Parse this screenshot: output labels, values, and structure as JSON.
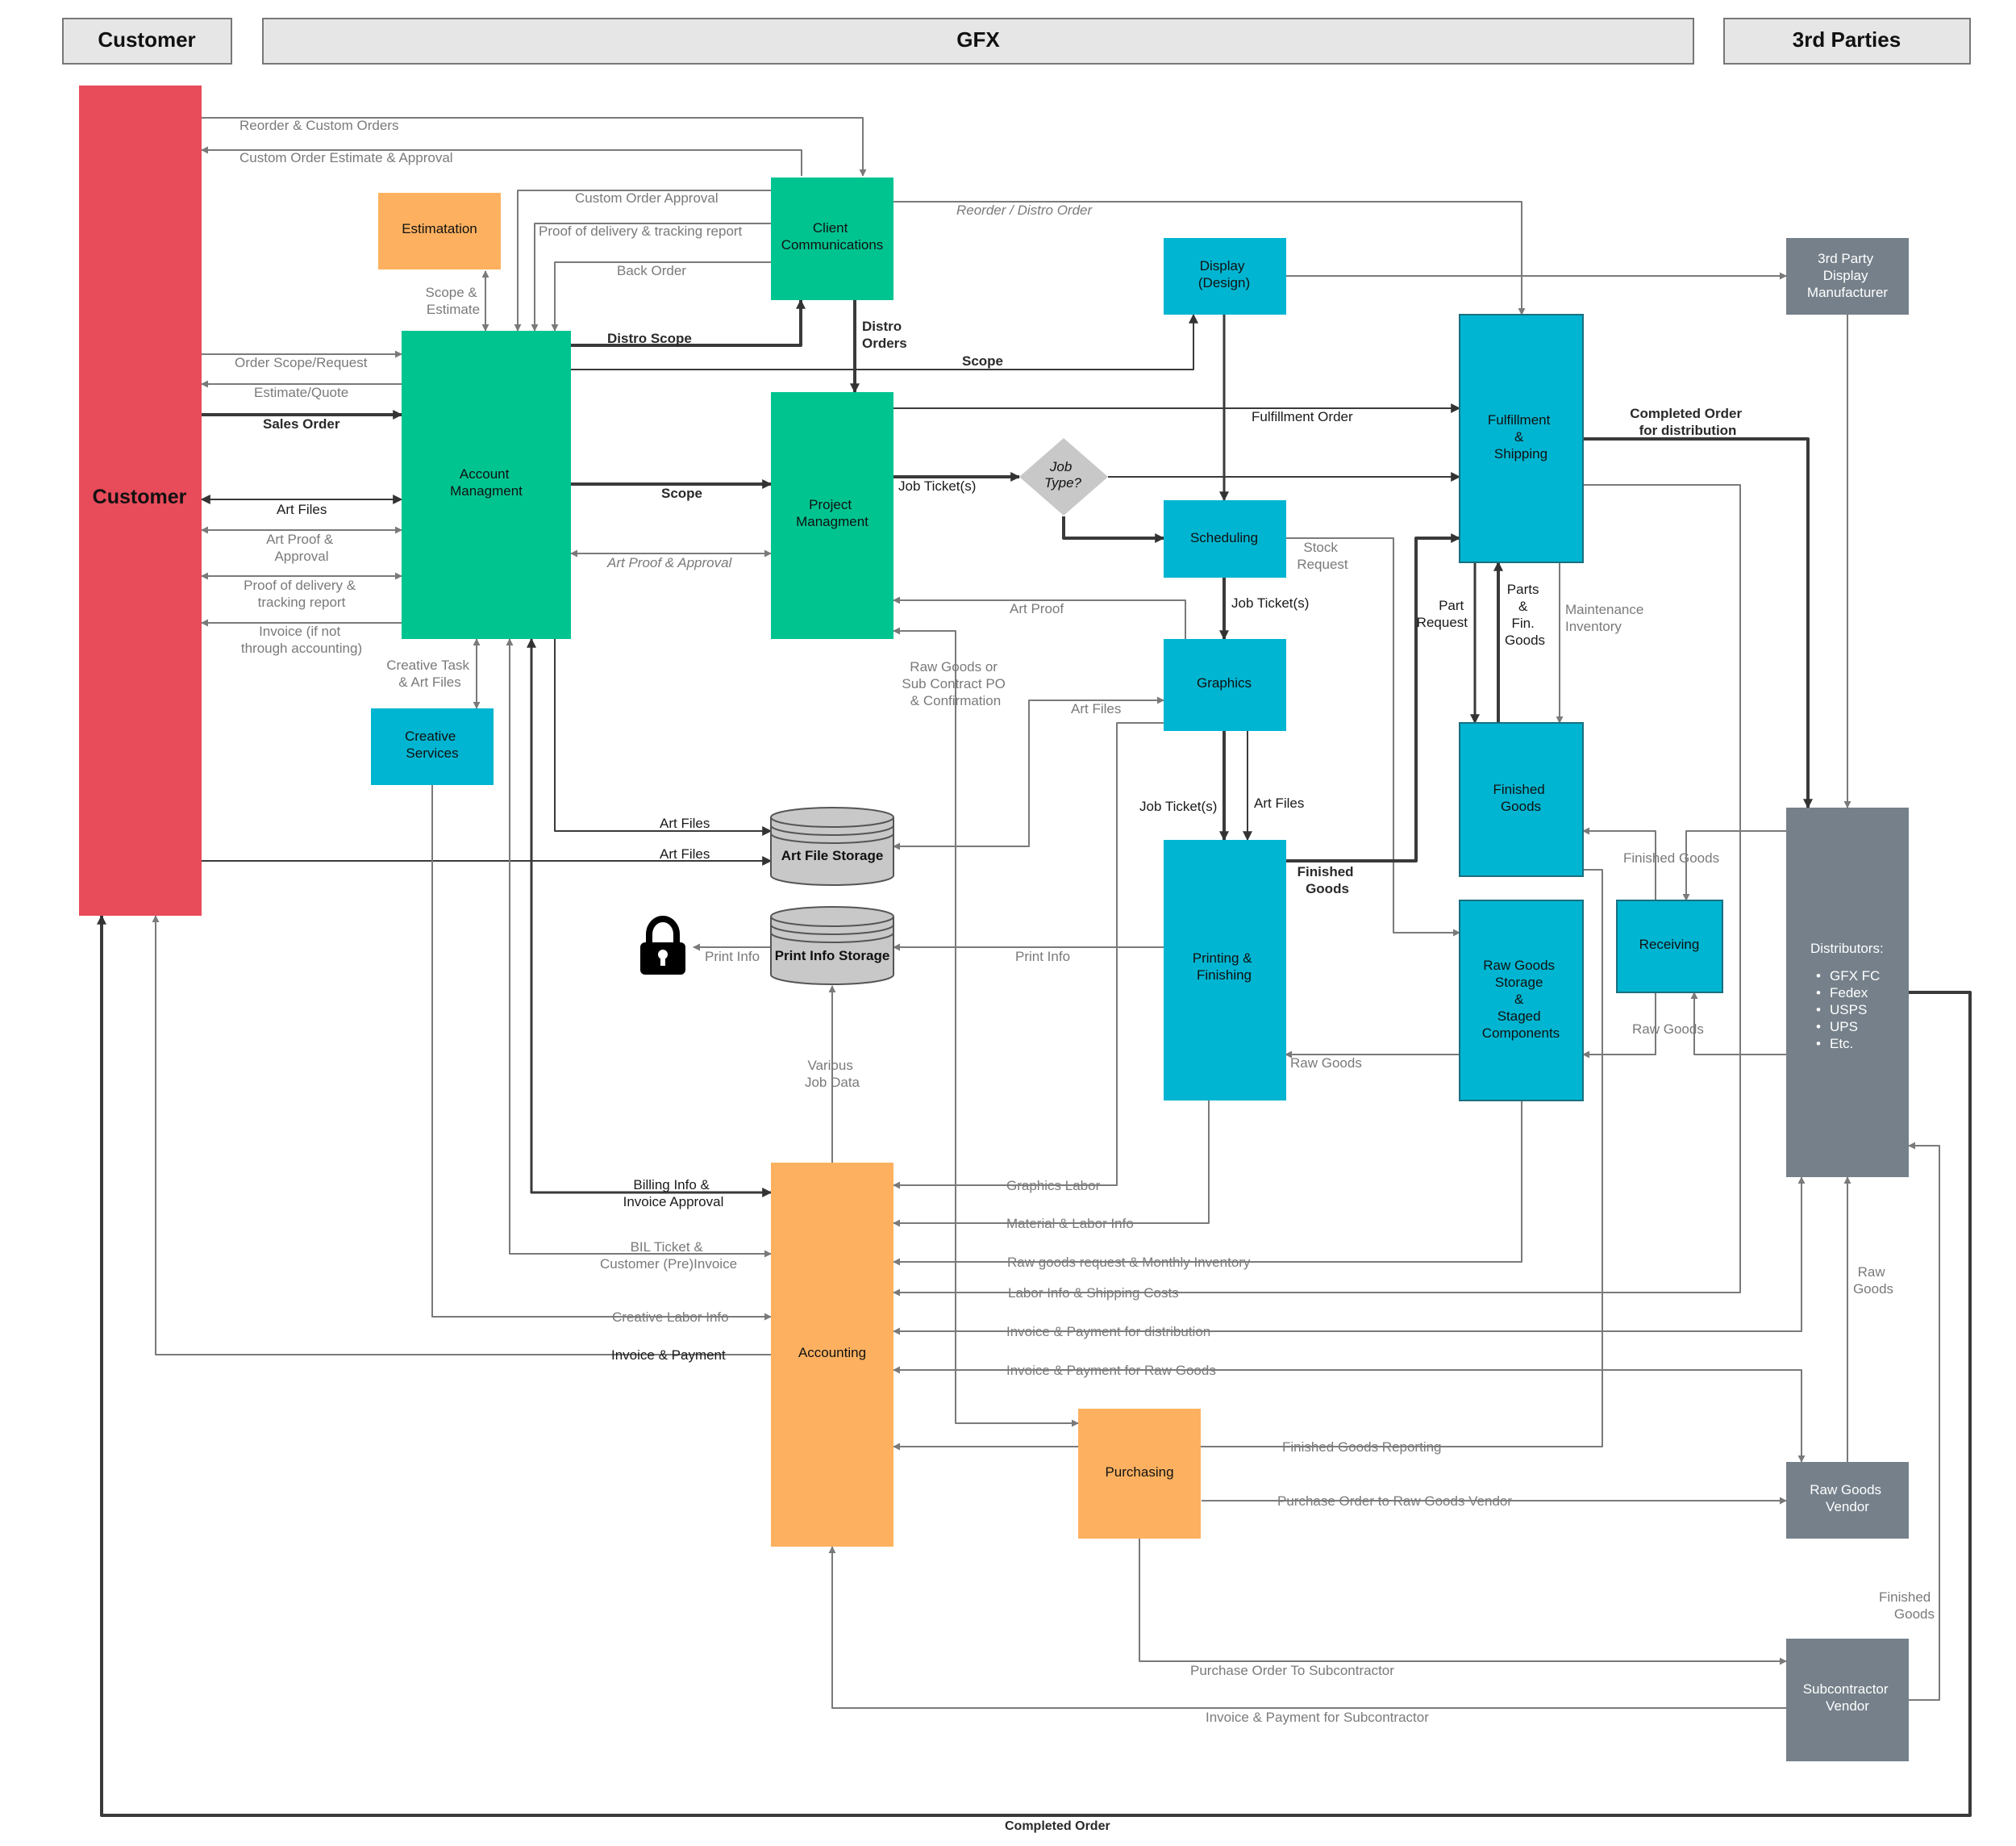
{
  "colors": {
    "customer": "#e84b5a",
    "teal_green": "#00c490",
    "cyan": "#00b5d1",
    "orange": "#fdb160",
    "gray_box": "#75808a",
    "db_gray": "#c8c8c8",
    "header_gray": "#e6e6e6",
    "line_gray": "#7a7a7a",
    "line_dark": "#3a3a3a"
  },
  "headers": {
    "customer": "Customer",
    "gfx": "GFX",
    "third_parties": "3rd Parties"
  },
  "boxes": {
    "customer": "Customer",
    "estimation": "Estimatation",
    "client_comms": [
      "Client",
      "Communications"
    ],
    "account_mgmt": [
      "Account",
      "Managment"
    ],
    "project_mgmt": [
      "Project",
      "Managment"
    ],
    "display_design": [
      "Display",
      "(Design)"
    ],
    "job_type": [
      "Job",
      "Type?"
    ],
    "scheduling": "Scheduling",
    "graphics": "Graphics",
    "creative_services": [
      "Creative",
      "Services"
    ],
    "art_file_storage": "Art File Storage",
    "print_info_storage": "Print Info Storage",
    "printing_finishing": [
      "Printing &",
      "Finishing"
    ],
    "fulfillment_shipping": [
      "Fulfillment",
      "&",
      "Shipping"
    ],
    "finished_goods": [
      "Finished",
      "Goods"
    ],
    "raw_goods_storage": [
      "Raw Goods",
      "Storage",
      "&",
      "Staged",
      "Components"
    ],
    "receiving": "Receiving",
    "third_party_display": [
      "3rd Party",
      "Display",
      "Manufacturer"
    ],
    "distributors_title": "Distributors:",
    "distributors_items": [
      "GFX FC",
      "Fedex",
      "USPS",
      "UPS",
      "Etc."
    ],
    "raw_goods_vendor": [
      "Raw Goods",
      "Vendor"
    ],
    "subcontractor_vendor": [
      "Subcontractor",
      "Vendor"
    ],
    "accounting": "Accounting",
    "purchasing": "Purchasing"
  },
  "labels": {
    "reorder_custom": "Reorder & Custom Orders",
    "custom_estimate": "Custom Order Estimate & Approval",
    "custom_approval": "Custom Order Approval",
    "proof_delivery_top": "Proof of delivery & tracking report",
    "back_order": "Back Order",
    "reorder_distro": "Reorder / Distro Order",
    "scope_estimate": [
      "Scope &",
      "Estimate"
    ],
    "distro_scope": "Distro Scope",
    "distro_orders": [
      "Distro",
      "Orders"
    ],
    "scope_top": "Scope",
    "order_scope": "Order Scope/Request",
    "estimate_quote": "Estimate/Quote",
    "sales_order": "Sales Order",
    "art_files_left": "Art Files",
    "art_proof_left": [
      "Art Proof &",
      "Approval"
    ],
    "proof_delivery_left": [
      "Proof of delivery &",
      "tracking report"
    ],
    "invoice_left": [
      "Invoice (if not",
      "through accounting)"
    ],
    "scope_mid": "Scope",
    "art_proof_approval": "Art Proof & Approval",
    "job_tickets_1": "Job Ticket(s)",
    "fulfillment_order": "Fulfillment Order",
    "completed_distribution": [
      "Completed Order",
      "for distribution"
    ],
    "stock_request": [
      "Stock",
      "Request"
    ],
    "job_tickets_2": "Job Ticket(s)",
    "art_proof": "Art Proof",
    "part_request": [
      "Part",
      "Request"
    ],
    "parts_fin_goods": [
      "Parts",
      "&",
      "Fin.",
      "Goods"
    ],
    "maintenance_inventory": [
      "Maintenance",
      "Inventory"
    ],
    "creative_task": [
      "Creative Task",
      "& Art Files"
    ],
    "raw_goods_subcontract": [
      "Raw Goods or",
      "Sub Contract PO",
      "& Confirmation"
    ],
    "art_files_graphics": "Art Files",
    "job_tickets_3": "Job Ticket(s)",
    "art_files_printing": "Art Files",
    "art_files_store1": "Art Files",
    "art_files_store2": "Art Files",
    "finished_goods_label": [
      "Finished",
      "Goods"
    ],
    "finished_goods_receiving": "Finished Goods",
    "print_info_lock": "Print Info",
    "print_info": "Print Info",
    "raw_goods_receiving": "Raw Goods",
    "raw_goods_printing": "Raw Goods",
    "various_job_data": [
      "Various",
      "Job Data"
    ],
    "billing_info": [
      "Billing Info &",
      "Invoice Approval"
    ],
    "graphics_labor": "Graphics Labor",
    "material_labor": "Material & Labor Info",
    "bil_ticket": [
      "BIL Ticket &",
      "Customer (Pre)Invoice"
    ],
    "raw_goods_monthly": "Raw goods request & Monthly Inventory",
    "labor_shipping": "Labor Info & Shipping Costs",
    "creative_labor": "Creative Labor Info",
    "invoice_distribution": "Invoice & Payment for distribution",
    "invoice_payment": "Invoice & Payment",
    "invoice_raw_goods": "Invoice & Payment for Raw Goods",
    "raw_goods_right": [
      "Raw",
      "Goods"
    ],
    "finished_goods_reporting": "Finished Goods Reporting",
    "po_raw_goods": "Purchase Order to Raw Goods Vendor",
    "finished_goods_right": [
      "Finished",
      "Goods"
    ],
    "po_subcontractor": "Purchase Order To Subcontractor",
    "invoice_subcontractor": "Invoice & Payment for Subcontractor",
    "completed_order": "Completed Order"
  }
}
